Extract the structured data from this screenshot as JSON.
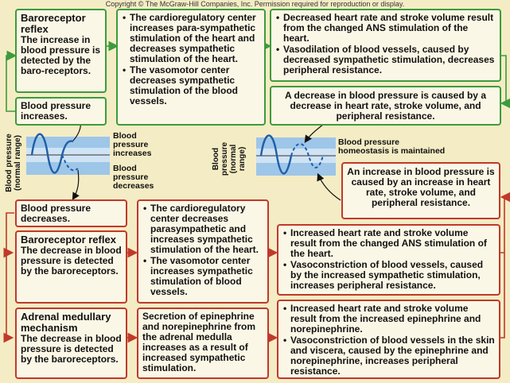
{
  "copyright": "Copyright © The McGraw-Hill Companies, Inc. Permission required for reproduction or display.",
  "top": {
    "baroreceptor": {
      "title": "Baroreceptor reflex",
      "text": "The increase in blood pressure is detected by the baro-receptors."
    },
    "bp_increases": "Blood pressure increases.",
    "cardio": [
      "The cardioregulatory center increases para-sympathetic stimulation of the heart and decreases sympathetic stimulation of the heart.",
      "The vasomotor center decreases sympathetic stimulation of the blood vessels."
    ],
    "effects": [
      "Decreased heart rate and stroke volume result from the changed ANS stimulation of the heart.",
      "Vasodilation of blood vessels, caused by decreased sympathetic stimulation, decreases peripheral resistance."
    ],
    "decrease_caused": "A decrease in blood pressure is caused by a decrease in heart rate, stroke volume, and peripheral resistance."
  },
  "graph": {
    "left_axis": "Blood pressure (normal range)",
    "increases_label": "Blood pressure increases",
    "decreases_label": "Blood pressure decreases",
    "right_axis": "Blood pressure (normal range)",
    "homeostasis": "Blood pressure homeostasis is maintained"
  },
  "bottom": {
    "bp_decreases": "Blood pressure decreases.",
    "baroreceptor": {
      "title": "Baroreceptor reflex",
      "text": "The decrease in blood pressure is detected by the baroreceptors."
    },
    "adrenal": {
      "title": "Adrenal medullary mechanism",
      "text": "The decrease in blood pressure is detected by the baroreceptors."
    },
    "cardio": [
      "The cardioregulatory center decreases parasympathetic and increases sympathetic stimulation of the heart.",
      "The vasomotor center increases sympathetic stimulation of blood vessels."
    ],
    "secretion": "Secretion of epinephrine and norepinephrine from the adrenal medulla increases as a result of increased sympathetic stimulation.",
    "increase_caused": "An increase in blood pressure is caused by an increase in heart rate, stroke volume, and peripheral resistance.",
    "effects_ans": [
      "Increased heart rate and stroke volume result from the changed ANS stimulation of the heart.",
      "Vasoconstriction of blood vessels, caused by the increased sympathetic stimulation, increases peripheral resistance."
    ],
    "effects_epi": [
      "Increased heart rate and stroke volume result from the increased epinephrine and norepinephrine.",
      "Vasoconstriction of blood vessels in the skin and viscera, caused by the epinephrine and norepinephrine, increases peripheral resistance."
    ]
  },
  "colors": {
    "increase_border": "#3d9b3d",
    "decrease_border": "#c0392b",
    "background": "#f4ecc4",
    "box_fill": "#fbf7e6",
    "graph_band": "#9ec6e8",
    "wave": "#1f5fa8"
  }
}
